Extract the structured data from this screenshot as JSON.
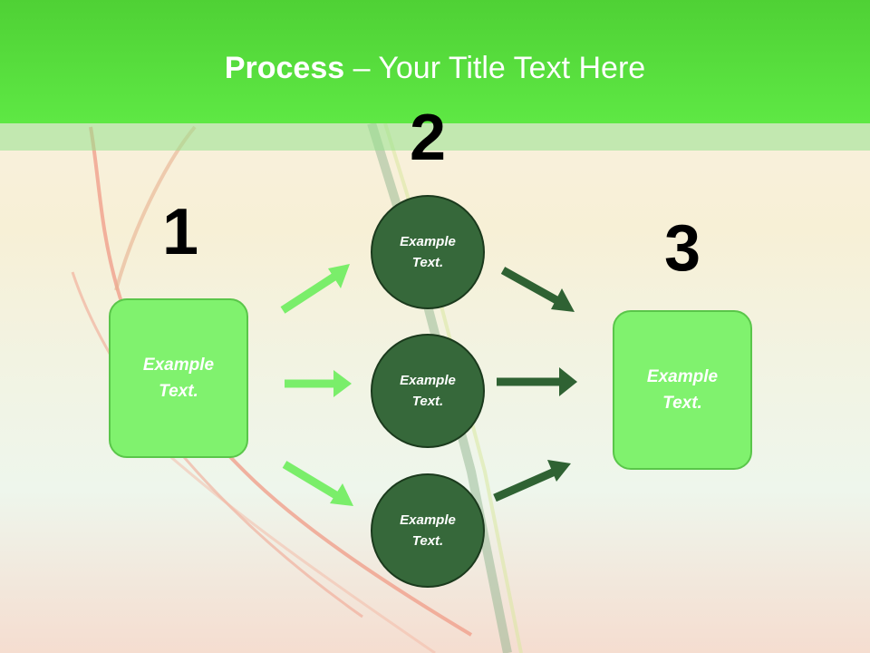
{
  "title": {
    "bold": "Process",
    "rest": " – Your Title Text Here"
  },
  "steps": {
    "one": {
      "number": "1",
      "text": "Example Text."
    },
    "two": {
      "number": "2",
      "circles": [
        {
          "text": "Example Text."
        },
        {
          "text": "Example Text."
        },
        {
          "text": "Example Text."
        }
      ]
    },
    "three": {
      "number": "3",
      "text": "Example Text."
    }
  },
  "colors": {
    "header_green": "#5ee844",
    "box_green": "#80f26e",
    "circle_dark_green": "#36683a",
    "arrow_light_green": "#7aee6a",
    "arrow_dark_green": "#2f6233"
  }
}
